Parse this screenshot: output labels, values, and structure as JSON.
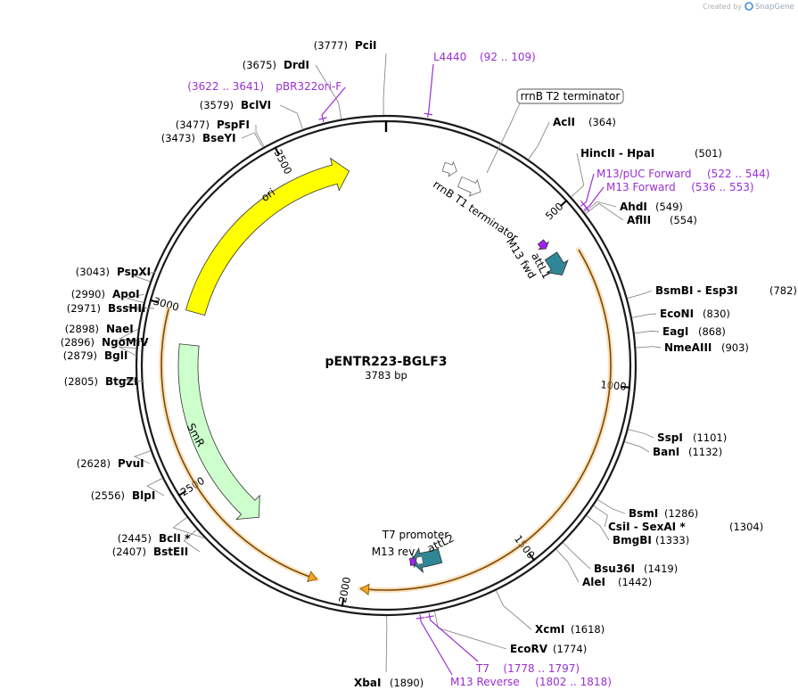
{
  "brand": {
    "created_by": "Created by",
    "app": "SnapGene",
    "accent": "#3a8fd9"
  },
  "map": {
    "name": "pENTR223-BGLF3",
    "length": 3783,
    "size_label": "3783 bp",
    "backbone_color": "#1a1a1a",
    "tick_labels": [
      "500",
      "1000",
      "1500",
      "2000",
      "2500",
      "3000",
      "3500"
    ]
  },
  "features": [
    {
      "key": "ori",
      "label": "ori",
      "color": "#ffff00",
      "direction": "forward",
      "start": 3000,
      "end": 3670
    },
    {
      "key": "smr",
      "label": "SmR",
      "color": "#ccffcc",
      "direction": "reverse",
      "start": 2311,
      "end": 2900
    },
    {
      "key": "attl1",
      "label": "attL1",
      "color": "#2f8696",
      "direction": "forward",
      "start": 593,
      "end": 660
    },
    {
      "key": "attl2",
      "label": "attL2",
      "color": "#2f8696",
      "direction": "forward",
      "start": 1725,
      "end": 1815
    },
    {
      "key": "rrnb-t1",
      "label": "rrnB T1 terminator",
      "color": "#ffffff",
      "direction": "forward",
      "start": 230,
      "end": 300
    },
    {
      "key": "rrnb-t2",
      "label": "rrnB T2 terminator",
      "color": "#ffffff",
      "direction": "forward",
      "start": 170,
      "end": 210
    },
    {
      "key": "m13-fwd",
      "label": "M13 fwd",
      "color": "#a020f0",
      "direction": "forward",
      "start": 540,
      "end": 566
    },
    {
      "key": "m13-rev",
      "label": "M13 rev",
      "color": "#a020f0",
      "direction": "reverse",
      "start": 1800,
      "end": 1818
    },
    {
      "key": "t7-promoter",
      "label": "T7 promoter",
      "color": "#ffffff",
      "direction": "forward",
      "start": 1780,
      "end": 1800
    }
  ],
  "orfs": [
    {
      "key": "orf-right",
      "start": 620,
      "end": 1960,
      "direction": "forward",
      "color": "#f5a623"
    },
    {
      "key": "orf-left",
      "start": 2080,
      "end": 2990,
      "direction": "reverse",
      "color": "#f5a623"
    }
  ],
  "enzymes": [
    {
      "name": "PciI",
      "pos": "(3777)",
      "loc": 3777
    },
    {
      "name": "DrdI",
      "pos": "(3675)",
      "loc": 3675
    },
    {
      "name": "BclVI",
      "pos": "(3579)",
      "loc": 3579
    },
    {
      "name": "PspFI",
      "pos": "(3477)",
      "loc": 3477
    },
    {
      "name": "BseYI",
      "pos": "(3473)",
      "loc": 3473
    },
    {
      "name": "AclI",
      "pos": "(364)",
      "loc": 364
    },
    {
      "name": "HincII  -  HpaI",
      "pos": "(501)",
      "loc": 501
    },
    {
      "name": "AhdI",
      "pos": "(549)",
      "loc": 549
    },
    {
      "name": "AflII",
      "pos": "(554)",
      "loc": 554
    },
    {
      "name": "BsmBI  -  Esp3I",
      "pos": "(782)",
      "loc": 782
    },
    {
      "name": "EcoNI",
      "pos": "(830)",
      "loc": 830
    },
    {
      "name": "EagI",
      "pos": "(868)",
      "loc": 868
    },
    {
      "name": "NmeAIII",
      "pos": "(903)",
      "loc": 903
    },
    {
      "name": "SspI",
      "pos": "(1101)",
      "loc": 1101
    },
    {
      "name": "BanI",
      "pos": "(1132)",
      "loc": 1132
    },
    {
      "name": "BsmI",
      "pos": "(1286)",
      "loc": 1286
    },
    {
      "name": "CsiI  -  SexAI *",
      "pos": "(1304)",
      "loc": 1304
    },
    {
      "name": "BmgBI",
      "pos": "(1333)",
      "loc": 1333
    },
    {
      "name": "Bsu36I",
      "pos": "(1419)",
      "loc": 1419
    },
    {
      "name": "AleI",
      "pos": "(1442)",
      "loc": 1442
    },
    {
      "name": "XcmI",
      "pos": "(1618)",
      "loc": 1618
    },
    {
      "name": "EcoRV",
      "pos": "(1774)",
      "loc": 1774
    },
    {
      "name": "XbaI",
      "pos": "(1890)",
      "loc": 1890
    },
    {
      "name": "BstEII",
      "pos": "(2407)",
      "loc": 2407
    },
    {
      "name": "BclI *",
      "pos": "(2445)",
      "loc": 2445
    },
    {
      "name": "BlpI",
      "pos": "(2556)",
      "loc": 2556
    },
    {
      "name": "PvuI",
      "pos": "(2628)",
      "loc": 2628
    },
    {
      "name": "BtgZI",
      "pos": "(2805)",
      "loc": 2805
    },
    {
      "name": "BglI",
      "pos": "(2879)",
      "loc": 2879
    },
    {
      "name": "NgoMIV",
      "pos": "(2896)",
      "loc": 2896
    },
    {
      "name": "NaeI",
      "pos": "(2898)",
      "loc": 2898
    },
    {
      "name": "BssHII",
      "pos": "(2971)",
      "loc": 2971
    },
    {
      "name": "ApoI",
      "pos": "(2990)",
      "loc": 2990
    },
    {
      "name": "PspXI",
      "pos": "(3043)",
      "loc": 3043
    }
  ],
  "primers": [
    {
      "name": "L4440",
      "range": "(92 .. 109)",
      "loc": 100
    },
    {
      "name": "pBR322ori-F",
      "range": "(3622 .. 3641)",
      "loc": 3632
    },
    {
      "name": "M13/pUC Forward",
      "range": "(522 .. 544)",
      "loc": 533
    },
    {
      "name": "M13 Forward",
      "range": "(536 .. 553)",
      "loc": 545
    },
    {
      "name": "T7",
      "range": "(1778 .. 1797)",
      "loc": 1788
    },
    {
      "name": "M13 Reverse",
      "range": "(1802 .. 1818)",
      "loc": 1810
    }
  ]
}
